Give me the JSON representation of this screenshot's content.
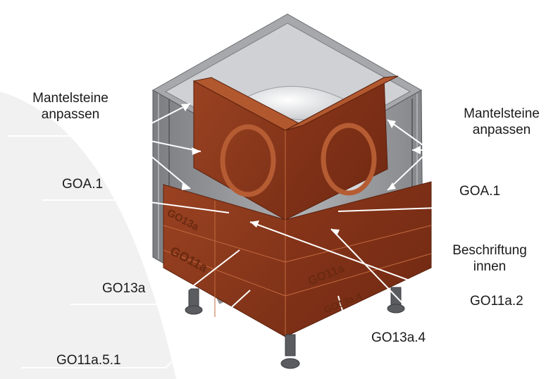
{
  "labels": {
    "mantel_left_line1": "Mantelsteine",
    "mantel_left_line2": "anpassen",
    "mantel_right_line1": "Mantelsteine",
    "mantel_right_line2": "anpassen",
    "goa_left": "GOA.1",
    "goa_right": "GOA.1",
    "beschriftung_line1": "Beschriftung",
    "beschriftung_line2": "innen",
    "go13a": "GO13a",
    "go11a2": "GO11a.2",
    "go13a4": "GO13a.4",
    "go11a51": "GO11a.5.1"
  },
  "block_engravings": {
    "left_upper": "GO13a",
    "left_lower": "GO11a",
    "right_upper": "GO11a",
    "right_lower": "GO13a.4"
  },
  "colors": {
    "brick": "#8e3a1c",
    "brick_dark": "#6e2a12",
    "brick_light": "#a8502c",
    "frame": "#8d8f93",
    "frame_dark": "#55575b",
    "frame_light": "#c9cbce",
    "sphere": "#e6e8ea",
    "leader": "#ffffff",
    "background_arc": "#efefef"
  }
}
